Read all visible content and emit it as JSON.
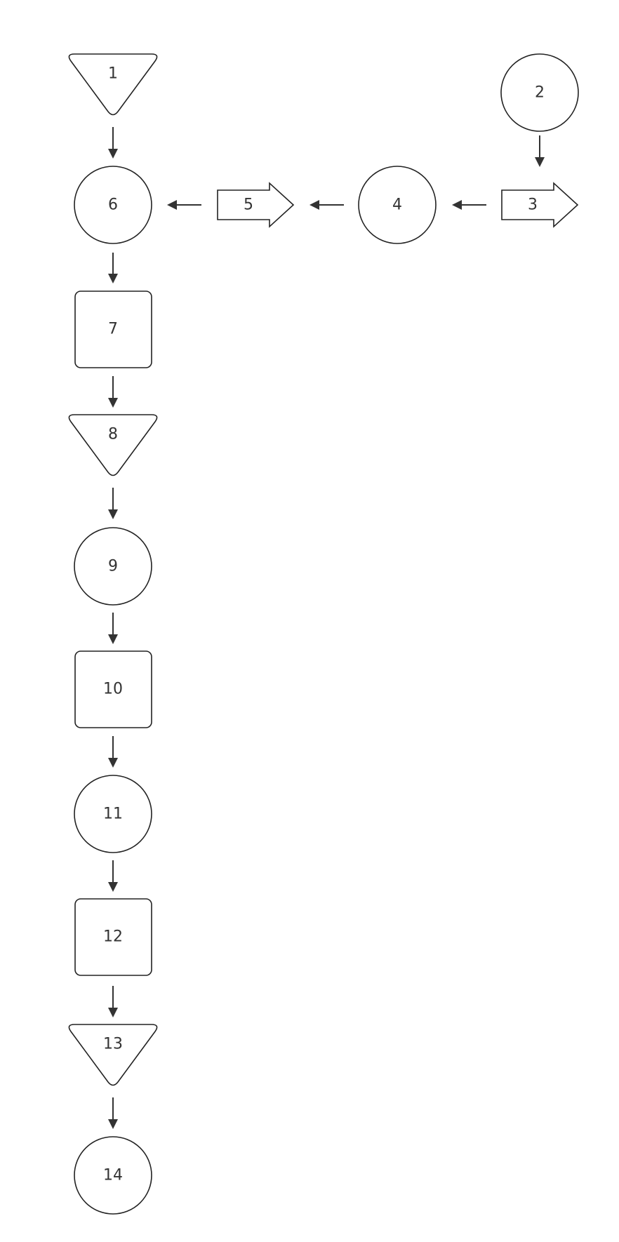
{
  "diagram": {
    "type": "flowchart",
    "colors": {
      "background": "#ffffff",
      "stroke": "#222222",
      "arrow": "#333333",
      "text": "#333333"
    },
    "nodes": [
      {
        "id": "n1",
        "label": "1",
        "shape": "triangle-down"
      },
      {
        "id": "n2",
        "label": "2",
        "shape": "circle"
      },
      {
        "id": "n3",
        "label": "3",
        "shape": "block-arrow-right"
      },
      {
        "id": "n4",
        "label": "4",
        "shape": "circle"
      },
      {
        "id": "n5",
        "label": "5",
        "shape": "block-arrow-right"
      },
      {
        "id": "n6",
        "label": "6",
        "shape": "circle"
      },
      {
        "id": "n7",
        "label": "7",
        "shape": "rounded-square"
      },
      {
        "id": "n8",
        "label": "8",
        "shape": "triangle-down"
      },
      {
        "id": "n9",
        "label": "9",
        "shape": "circle"
      },
      {
        "id": "n10",
        "label": "10",
        "shape": "rounded-square"
      },
      {
        "id": "n11",
        "label": "11",
        "shape": "circle"
      },
      {
        "id": "n12",
        "label": "12",
        "shape": "rounded-square"
      },
      {
        "id": "n13",
        "label": "13",
        "shape": "triangle-down"
      },
      {
        "id": "n14",
        "label": "14",
        "shape": "circle"
      }
    ],
    "edges": [
      {
        "from": "n1",
        "to": "n6"
      },
      {
        "from": "n2",
        "to": "n3"
      },
      {
        "from": "n3",
        "to": "n4"
      },
      {
        "from": "n4",
        "to": "n5"
      },
      {
        "from": "n5",
        "to": "n6"
      },
      {
        "from": "n6",
        "to": "n7"
      },
      {
        "from": "n7",
        "to": "n8"
      },
      {
        "from": "n8",
        "to": "n9"
      },
      {
        "from": "n9",
        "to": "n10"
      },
      {
        "from": "n10",
        "to": "n11"
      },
      {
        "from": "n11",
        "to": "n12"
      },
      {
        "from": "n12",
        "to": "n13"
      },
      {
        "from": "n13",
        "to": "n14"
      }
    ]
  }
}
